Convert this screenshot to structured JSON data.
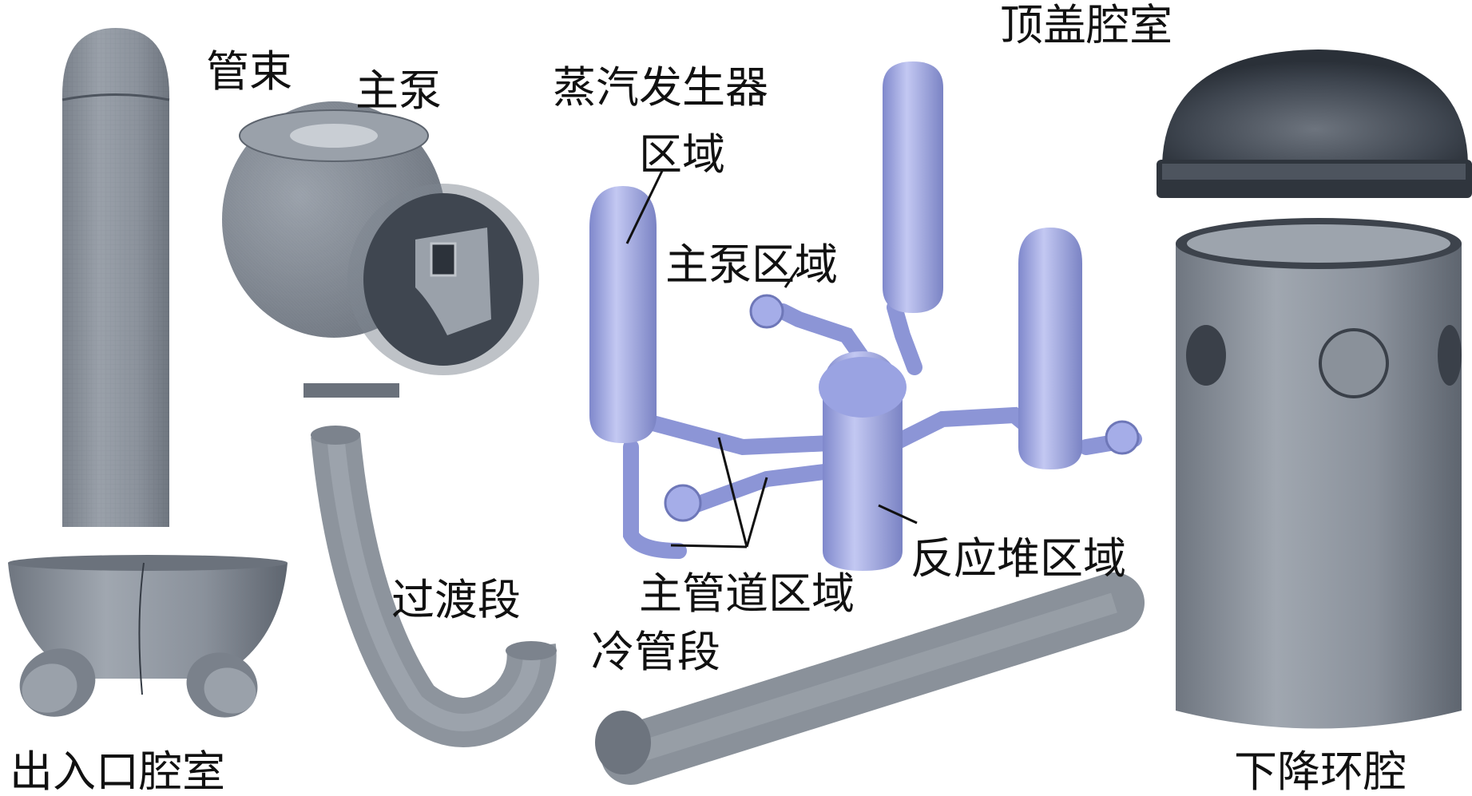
{
  "labels": {
    "tube_bundle": "管束",
    "main_pump": "主泵",
    "steam_generator_1": "蒸汽发生器",
    "steam_generator_2": "区域",
    "main_pump_region": "主泵区域",
    "head_chamber": "顶盖腔室",
    "reactor_region": "反应堆区域",
    "main_pipe_region": "主管道区域",
    "transition_section": "过渡段",
    "cold_leg": "冷管段",
    "inlet_outlet_chamber": "出入口腔室",
    "downcomer": "下降环腔"
  },
  "colors": {
    "mesh_gray": "#8c939c",
    "mesh_dark": "#5a616b",
    "assembly_blue": "#a7aee6",
    "assembly_dark": "#7d86c8",
    "leader_line": "#111111"
  }
}
